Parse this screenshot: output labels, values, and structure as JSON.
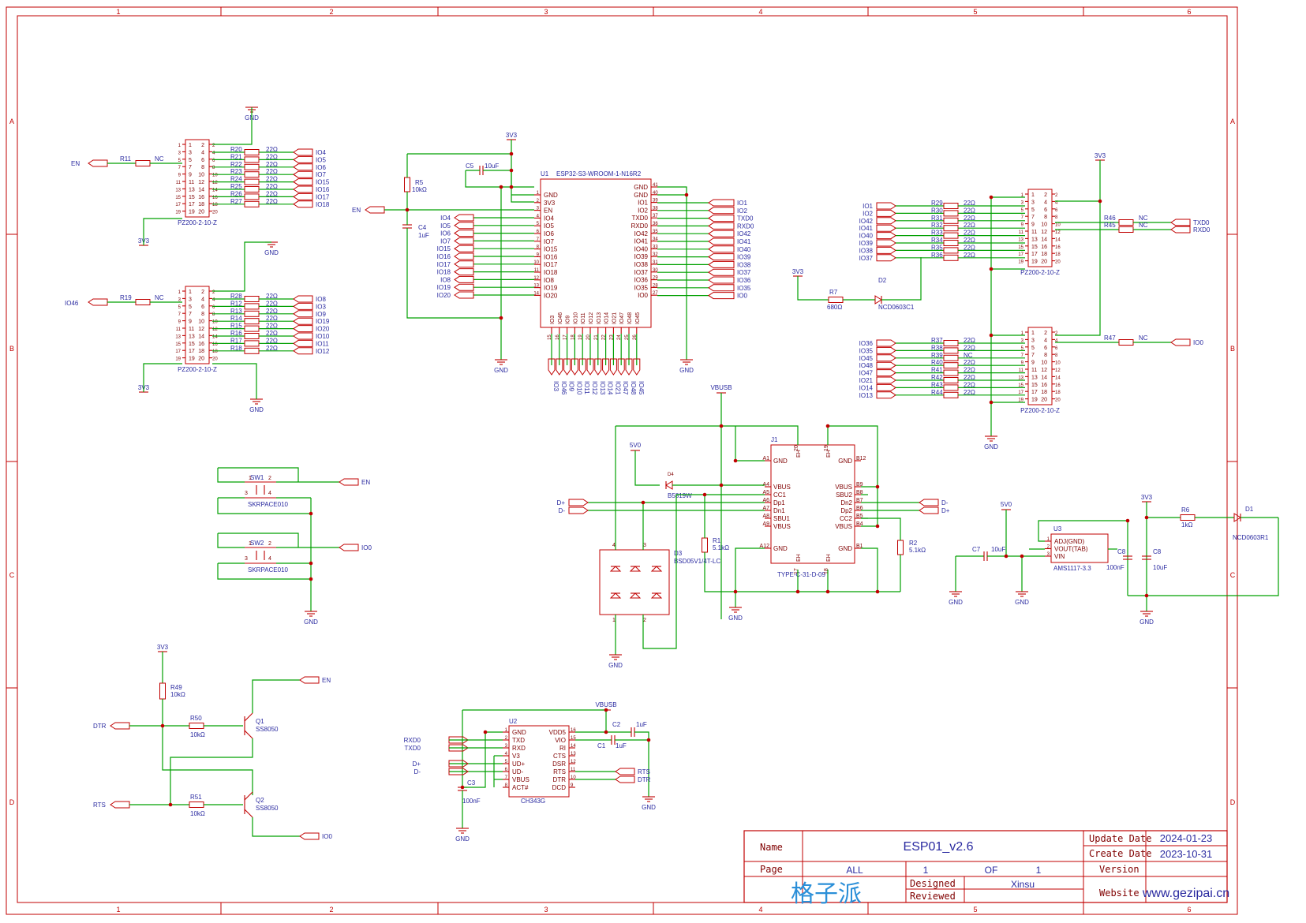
{
  "frame": {
    "top_ruler": [
      "1",
      "2",
      "3",
      "4",
      "5",
      "6"
    ],
    "side_ruler": [
      "A",
      "B",
      "C",
      "D"
    ]
  },
  "title_block": {
    "name_label": "Name",
    "name_value": "ESP01_v2.6",
    "page_label": "Page",
    "page_all": "ALL",
    "page_num": "1",
    "page_of": "OF",
    "page_total": "1",
    "logo_text": "格子派",
    "designed_label": "Designed",
    "designed_value": "Xinsu",
    "reviewed_label": "Reviewed",
    "update_label": "Update Date",
    "update_value": "2024-01-23",
    "create_label": "Create Date",
    "create_value": "2023-10-31",
    "version_label": "Version",
    "website_label": "Website",
    "website_value": "www.gezipai.cn"
  },
  "header_top": {
    "part": "PZ200-2-10-Z",
    "en": "EN",
    "r11": "R11",
    "nc": "NC",
    "gnd": "GND",
    "v33": "3V3",
    "resistors": [
      "R20",
      "R21",
      "R22",
      "R23",
      "R24",
      "R25",
      "R26",
      "R27"
    ],
    "value": "22Ω",
    "nets": [
      "IO4",
      "IO5",
      "IO6",
      "IO7",
      "IO15",
      "IO16",
      "IO17",
      "IO18"
    ]
  },
  "header_bottom": {
    "part": "PZ200-2-10-Z",
    "io46": "IO46",
    "r19": "R19",
    "nc": "NC",
    "gnd": "GND",
    "v33": "3V3",
    "resistors": [
      "R28",
      "R12",
      "R13",
      "R14",
      "R15",
      "R16",
      "R17",
      "R18"
    ],
    "value": "22Ω",
    "nets": [
      "IO8",
      "IO3",
      "IO9",
      "IO19",
      "IO20",
      "IO10",
      "IO11",
      "IO12"
    ]
  },
  "esp": {
    "ref": "U1",
    "part": "ESP32-S3-WROOM-1-N16R2",
    "v33": "3V3",
    "gnd": "GND",
    "en": "EN",
    "c5": "C5",
    "c5v": "10uF",
    "r5": "R5",
    "r5v": "10kΩ",
    "c4": "C4",
    "c4v": "1uF",
    "left_pins": [
      "GND",
      "3V3",
      "EN",
      "IO4",
      "IO5",
      "IO6",
      "IO7",
      "IO15",
      "IO16",
      "IO17",
      "IO18",
      "IO8",
      "IO19",
      "IO20"
    ],
    "left_nums": [
      "1",
      "2",
      "3",
      "4",
      "5",
      "6",
      "7",
      "8",
      "9",
      "10",
      "11",
      "12",
      "13",
      "14"
    ],
    "left_nets": [
      "IO4",
      "IO5",
      "IO6",
      "IO7",
      "IO15",
      "IO16",
      "IO17",
      "IO18",
      "IO8",
      "IO19",
      "IO20"
    ],
    "right_pins": [
      "GND",
      "GND",
      "IO1",
      "IO2",
      "TXD0",
      "RXD0",
      "IO42",
      "IO41",
      "IO40",
      "IO39",
      "IO38",
      "IO37",
      "IO36",
      "IO35",
      "IO0"
    ],
    "right_nums": [
      "41",
      "40",
      "39",
      "38",
      "37",
      "36",
      "35",
      "34",
      "33",
      "32",
      "31",
      "30",
      "29",
      "28",
      "27"
    ],
    "right_nets": [
      "IO1",
      "IO2",
      "TXD0",
      "RXD0",
      "IO42",
      "IO41",
      "IO40",
      "IO39",
      "IO38",
      "IO37",
      "IO36",
      "IO35",
      "IO0"
    ],
    "bottom_pins": [
      "IO3",
      "IO46",
      "IO9",
      "IO10",
      "IO11",
      "IO12",
      "IO13",
      "IO14",
      "IO21",
      "IO47",
      "IO48",
      "IO45"
    ],
    "bottom_nums": [
      "15",
      "16",
      "17",
      "18",
      "19",
      "20",
      "21",
      "22",
      "23",
      "24",
      "25",
      "26"
    ]
  },
  "header_right_top": {
    "part": "PZ200-2-10-Z",
    "nets": [
      "IO1",
      "IO2",
      "IO42",
      "IO41",
      "IO40",
      "IO39",
      "IO38",
      "IO37"
    ],
    "resistors": [
      "R29",
      "R30",
      "R31",
      "R32",
      "R33",
      "R34",
      "R35",
      "R36"
    ],
    "value": "22Ω",
    "v33": "3V3",
    "r46": "R46",
    "r45": "R45",
    "nc": "NC",
    "txd0": "TXD0",
    "rxd0": "RXD0",
    "r7": "R7",
    "r7v": "680Ω",
    "d2": "D2",
    "d2v": "NCD0603C1"
  },
  "header_right_bottom": {
    "part": "PZ200-2-10-Z",
    "nets": [
      "IO36",
      "IO35",
      "IO45",
      "IO48",
      "IO47",
      "IO21",
      "IO14",
      "IO13"
    ],
    "resistors": [
      "R37",
      "R38",
      "R39",
      "R40",
      "R41",
      "R42",
      "R43",
      "R44"
    ],
    "values": [
      "22Ω",
      "22Ω",
      "NC",
      "22Ω",
      "22Ω",
      "22Ω",
      "22Ω",
      "22Ω"
    ],
    "r47": "R47",
    "nc": "NC",
    "io0": "IO0",
    "gnd": "GND"
  },
  "switches": {
    "sw1": "SW1",
    "sw2": "SW2",
    "part": "SKRPACE010",
    "en": "EN",
    "io0": "IO0",
    "gnd": "GND"
  },
  "usb": {
    "vbusb": "VBUSB",
    "v50": "5V0",
    "j1": "J1",
    "part": "TYPE-C-31-D-09",
    "d4": "D4",
    "d4v": "B5819W",
    "d3": "D3",
    "d3v": "BSD05V1/4T-LC",
    "r1": "R1",
    "r1v": "5.1kΩ",
    "r2": "R2",
    "r2v": "5.1kΩ",
    "dp": "D+",
    "dm": "D-",
    "gnd": "GND",
    "left_pins": [
      "GND",
      "VBUS",
      "CC1",
      "Dp1",
      "Dn1",
      "SBU1",
      "VBUS",
      "GND"
    ],
    "left_nums": [
      "A1",
      "A4",
      "A5",
      "A6",
      "A7",
      "A8",
      "A9",
      "A12"
    ],
    "right_pins": [
      "GND",
      "VBUS",
      "SBU2",
      "Dn2",
      "Dp2",
      "CC2",
      "VBUS",
      "GND"
    ],
    "right_nums": [
      "B12",
      "B9",
      "B8",
      "B7",
      "B6",
      "B5",
      "B4",
      "B1"
    ],
    "top_nums": [
      "20",
      "19"
    ],
    "bot_nums": [
      "17",
      "18"
    ],
    "eh": "EH"
  },
  "ldo": {
    "v50": "5V0",
    "v33": "3V3",
    "u3": "U3",
    "part": "AMS1117-3.3",
    "pins": [
      "ADJ(GND)",
      "VOUT(TAB)",
      "VIN"
    ],
    "c7": "C7",
    "c7v": "10uF",
    "c8a": "C8",
    "c8av": "100nF",
    "c8b": "C8",
    "c8bv": "10uF",
    "r6": "R6",
    "r6v": "1kΩ",
    "d1": "D1",
    "d1v": "NCD0603R1",
    "gnd": "GND"
  },
  "autoreset": {
    "v33": "3V3",
    "r49": "R49",
    "r49v": "10kΩ",
    "dtr": "DTR",
    "rts": "RTS",
    "r50": "R50",
    "r50v": "10kΩ",
    "r51": "R51",
    "r51v": "10kΩ",
    "q1": "Q1",
    "q2": "Q2",
    "qv": "SS8050",
    "en": "EN",
    "io0": "IO0"
  },
  "ch343": {
    "u2": "U2",
    "part": "CH343G",
    "vbusb": "VBUSB",
    "left_pins": [
      "GND",
      "TXD",
      "RXD",
      "V3",
      "UD+",
      "UD-",
      "VBUS",
      "ACT#"
    ],
    "left_nums": [
      "1",
      "2",
      "3",
      "4",
      "5",
      "6",
      "7",
      "8"
    ],
    "right_pins": [
      "VDD5",
      "VIO",
      "RI",
      "CTS",
      "DSR",
      "RTS",
      "DTR",
      "DCD"
    ],
    "right_nums": [
      "16",
      "15",
      "14",
      "13",
      "12",
      "11",
      "10",
      "9"
    ],
    "rxd0": "RXD0",
    "txd0": "TXD0",
    "dp": "D+",
    "dm": "D-",
    "rts": "RTS",
    "dtr": "DTR",
    "c1": "C1",
    "c1v": "1uF",
    "c2": "C2",
    "c2v": "1uF",
    "c3": "C3",
    "c3v": "100nF",
    "gnd": "GND"
  }
}
